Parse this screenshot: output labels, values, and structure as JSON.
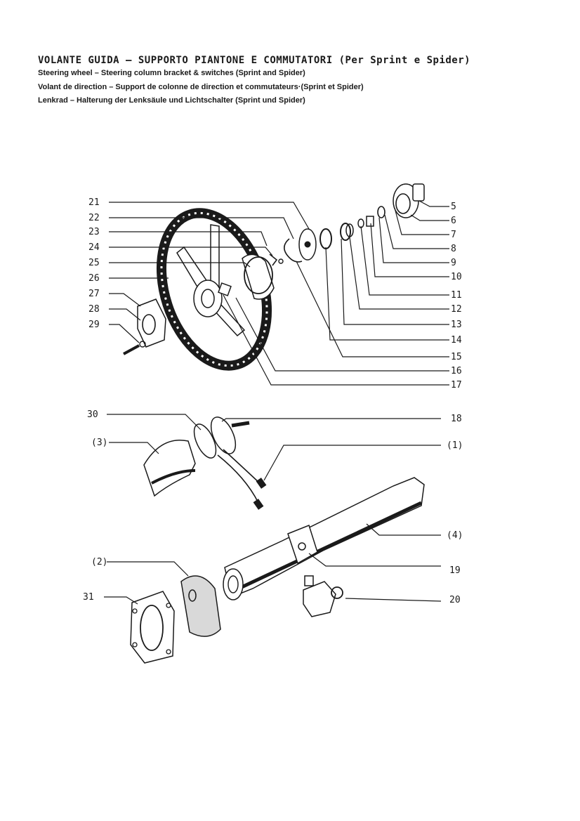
{
  "header": {
    "title_it": "VOLANTE GUIDA – SUPPORTO PIANTONE E COMMUTATORI (Per Sprint e Spider)",
    "title_en": "Steering wheel – Steering column bracket & switches (Sprint and Spider)",
    "title_fr": "Volant de direction – Support de colonne de direction et commutateurs·(Sprint et Spider)",
    "title_de": "Lenkrad – Halterung der Lenksäule und Lichtschalter (Sprint und Spider)"
  },
  "callouts": {
    "c1": "(1)",
    "c2": "(2)",
    "c3": "(3)",
    "c4": "(4)",
    "p5": "5",
    "p6": "6",
    "p7": "7",
    "p8": "8",
    "p9": "9",
    "p10": "10",
    "p11": "11",
    "p12": "12",
    "p13": "13",
    "p14": "14",
    "p15": "15",
    "p16": "16",
    "p17": "17",
    "p18": "18",
    "p19": "19",
    "p20": "20",
    "p21": "21",
    "p22": "22",
    "p23": "23",
    "p24": "24",
    "p25": "25",
    "p26": "26",
    "p27": "27",
    "p28": "28",
    "p29": "29",
    "p30": "30",
    "p31": "31"
  }
}
